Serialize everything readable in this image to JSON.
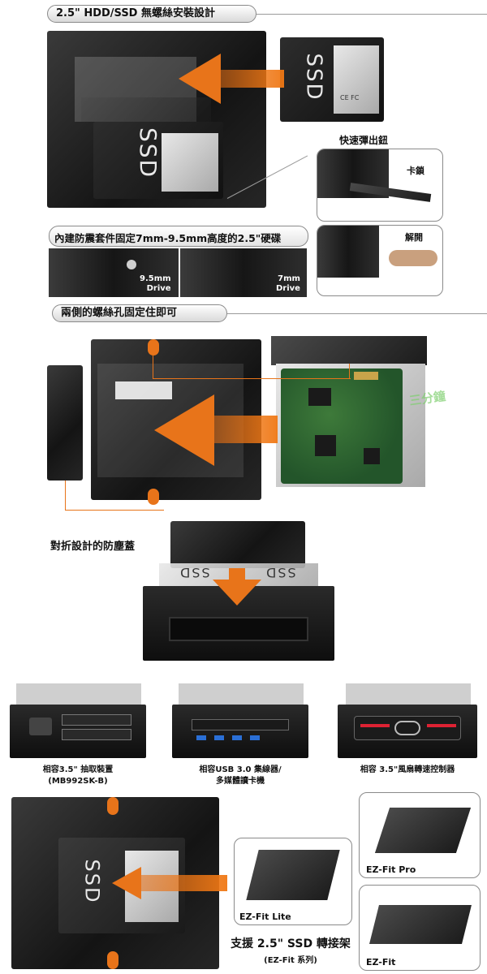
{
  "section1": {
    "title": "2.5\" HDD/SSD 無螺絲安裝設計",
    "ssd_label": "SSD",
    "cert_mark": "CE FC",
    "quick_release": {
      "title": "快速彈出鈕",
      "lock_label": "卡鎖",
      "unlock_label": "解開"
    },
    "height_caption": "內建防震套件固定7mm-9.5mm高度的2.5\"硬碟",
    "drive_left": {
      "line1": "9.5mm",
      "line2": "Drive"
    },
    "drive_right": {
      "line1": "7mm",
      "line2": "Drive"
    }
  },
  "section2": {
    "title": "兩側的螺絲孔固定住即可",
    "dust_cover_label": "對折設計的防塵蓋",
    "ssd_label": "SSD",
    "watermark": "三分鐘"
  },
  "compat": {
    "items": [
      {
        "line1": "相容3.5\" 抽取裝置",
        "line2": "(MB992SK-B)"
      },
      {
        "line1": "相容USB 3.0 集線器/",
        "line2": "多媒體讀卡機"
      },
      {
        "line1": "相容 3.5\"風扇轉速控制器",
        "line2": ""
      }
    ]
  },
  "bottom": {
    "ssd_label": "SSD",
    "lite_label": "EZ-Fit Lite",
    "pro_label": "EZ-Fit Pro",
    "fit_label": "EZ-Fit",
    "support_line1": "支援 2.5\" SSD 轉接架",
    "support_line2": "(EZ-Fit 系列)"
  },
  "colors": {
    "accent_orange": "#e8741a",
    "metal_dark": "#161616",
    "banner_border": "#8a8a8a"
  }
}
